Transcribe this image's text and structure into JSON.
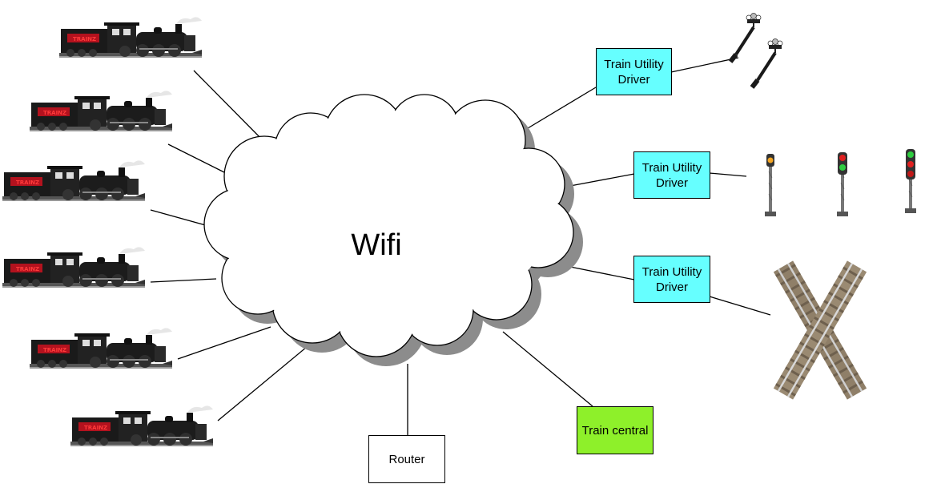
{
  "cloud": {
    "label": "Wifi"
  },
  "nodes": {
    "driver_lamps": {
      "label": "Train Utility Driver"
    },
    "driver_signals": {
      "label": "Train Utility Driver"
    },
    "driver_switch": {
      "label": "Train Utility Driver"
    },
    "central": {
      "label": "Train central"
    },
    "router": {
      "label": "Router"
    }
  },
  "locomotives": [
    {
      "logo": "TRAINZ"
    },
    {
      "logo": "TRAINZ"
    },
    {
      "logo": "TRAINZ"
    },
    {
      "logo": "TRAINZ"
    },
    {
      "logo": "TRAINZ"
    },
    {
      "logo": "TRAINZ"
    }
  ],
  "colors": {
    "driver_fill": "#66ffff",
    "central_fill": "#8ef02a",
    "router_fill": "#ffffff",
    "cloud_shadow": "#8c8c8c"
  }
}
